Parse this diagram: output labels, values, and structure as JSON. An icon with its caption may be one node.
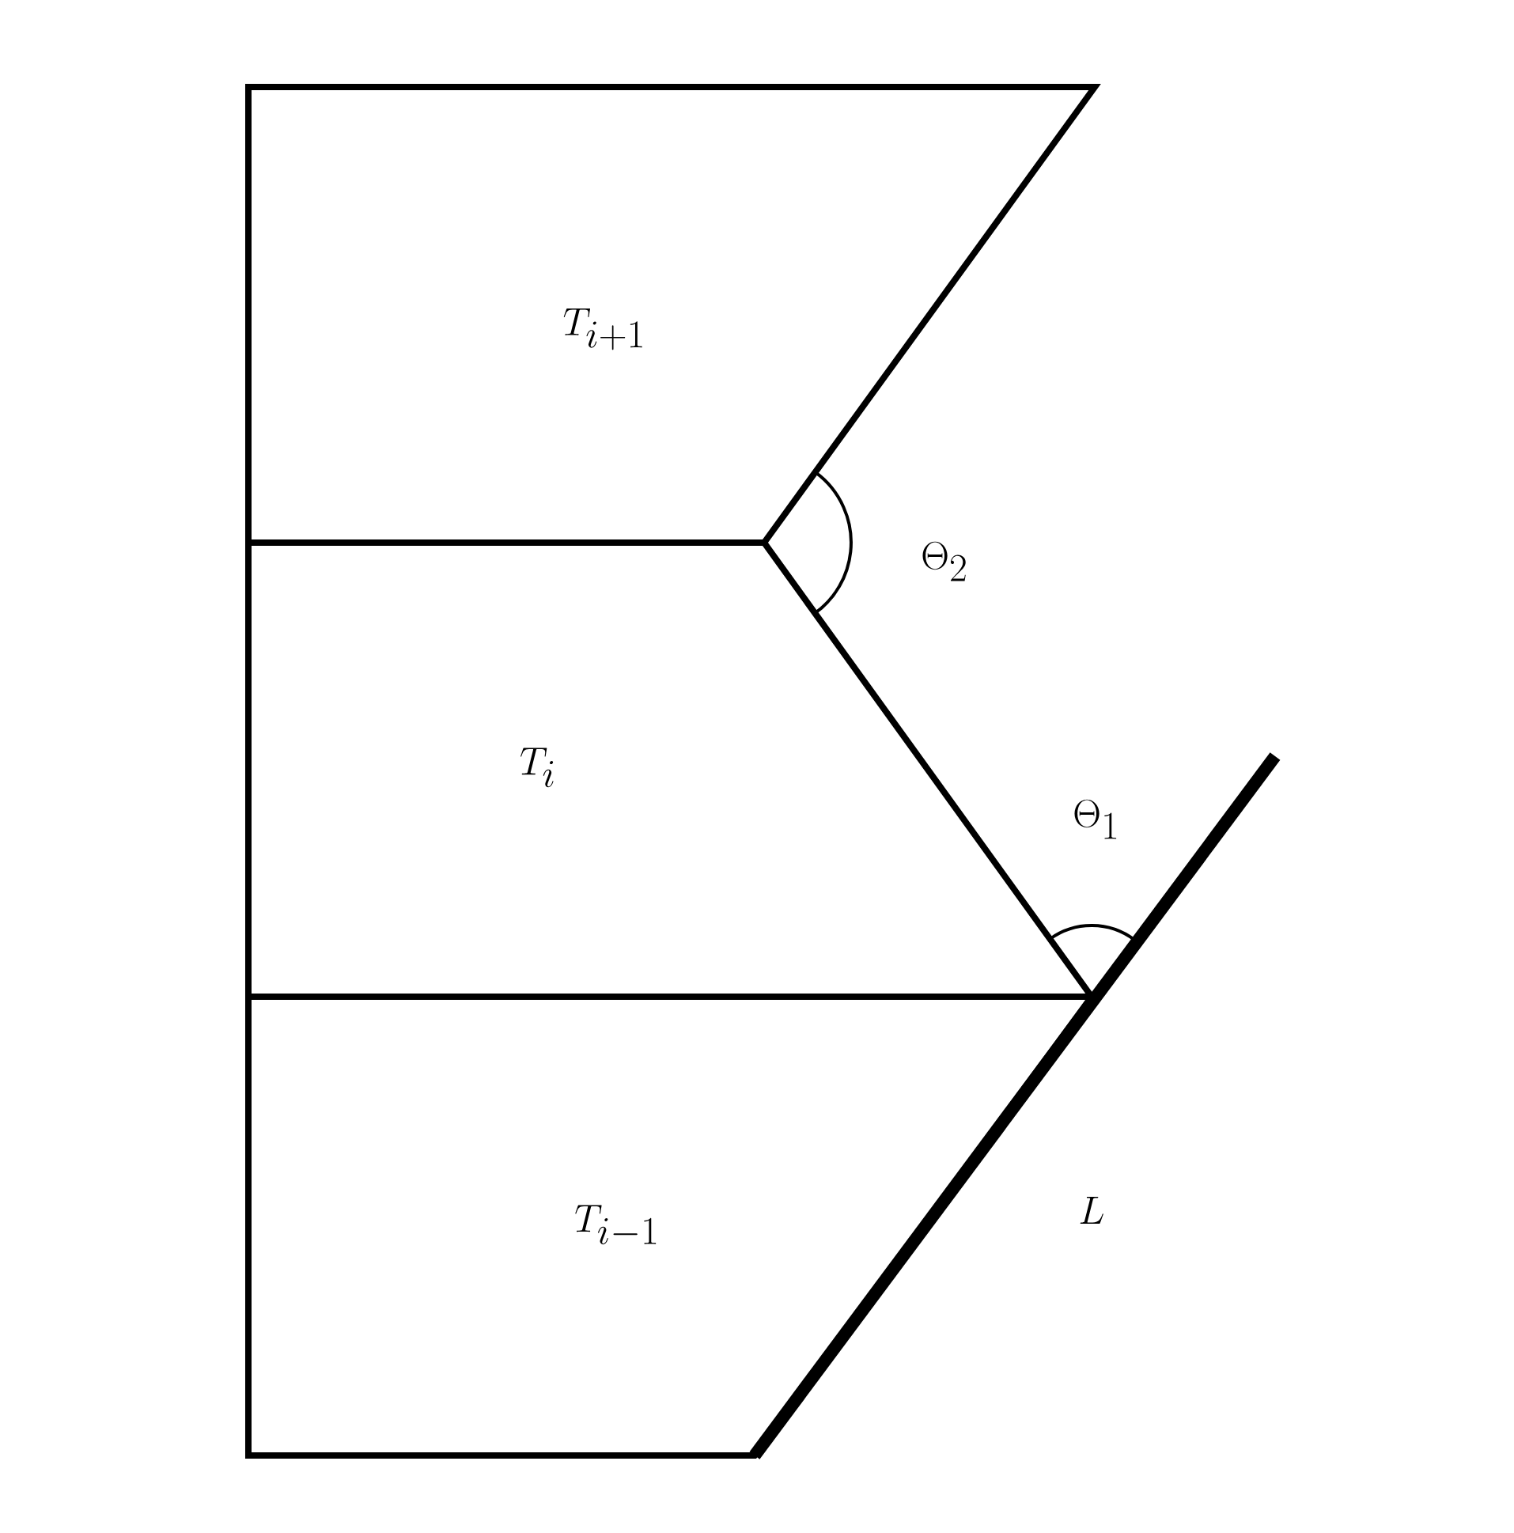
{
  "diagram": {
    "nodes": [
      {
        "text": [
          "T_{i+1}"
        ]
      },
      {
        "text": [
          "T_i"
        ]
      },
      {
        "text": [
          "T_{i-1}"
        ]
      }
    ],
    "labels": [
      "\\Theta_2",
      "\\Theta_1",
      "L"
    ]
  }
}
